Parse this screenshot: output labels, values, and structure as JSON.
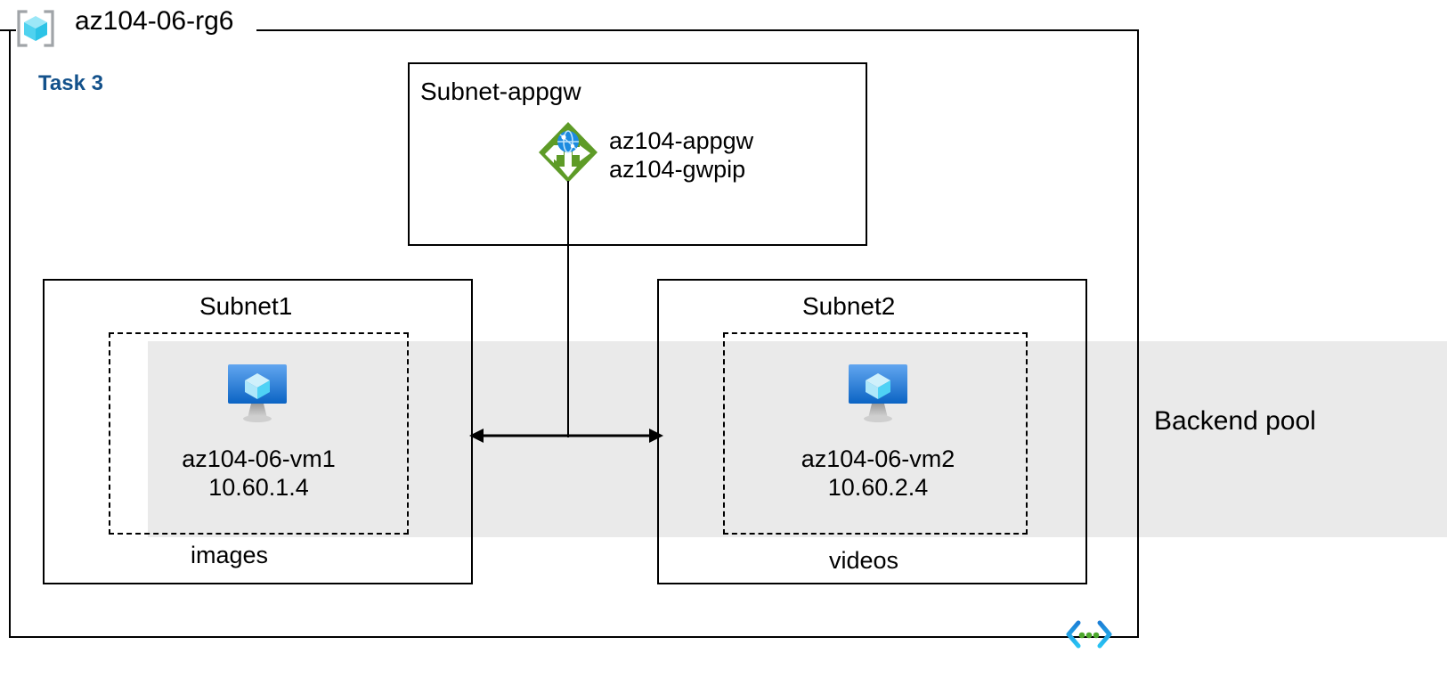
{
  "diagram": {
    "type": "azure-architecture",
    "resource_group": {
      "name": "az104-06-rg6",
      "icon": "resource-group-icon"
    },
    "task": {
      "label": "Task 3",
      "color": "#13518B"
    },
    "backend_pool": {
      "label": "Backend pool",
      "band_color": "#EAEAEA"
    },
    "subnets": [
      {
        "id": "subnet-appgw",
        "title": "Subnet-appgw",
        "resources": [
          {
            "icon": "application-gateway-icon",
            "lines": [
              "az104-appgw",
              "az104-gwpip"
            ],
            "icon_color": "#5E9B27"
          }
        ]
      },
      {
        "id": "subnet1",
        "title": "Subnet1",
        "nsg_label": "images",
        "vm": {
          "icon": "virtual-machine-icon",
          "name": "az104-06-vm1",
          "ip": "10.60.1.4"
        }
      },
      {
        "id": "subnet2",
        "title": "Subnet2",
        "nsg_label": "videos",
        "vm": {
          "icon": "virtual-machine-icon",
          "name": "az104-06-vm2",
          "ip": "10.60.2.4"
        }
      }
    ],
    "connectors": [
      {
        "id": "appgw-to-vms",
        "kind": "vertical-line",
        "from": "application-gateway-icon",
        "to": "subnet-link-arrow"
      },
      {
        "id": "subnet-link-arrow",
        "kind": "double-headed-arrow",
        "from": "subnet1",
        "to": "subnet2"
      }
    ],
    "footer_icon": {
      "name": "code-dots-icon",
      "bracket_color_top": "#1C7FD6",
      "bracket_color_bottom": "#28C3F3",
      "dot_color": "#4CA72C"
    }
  }
}
